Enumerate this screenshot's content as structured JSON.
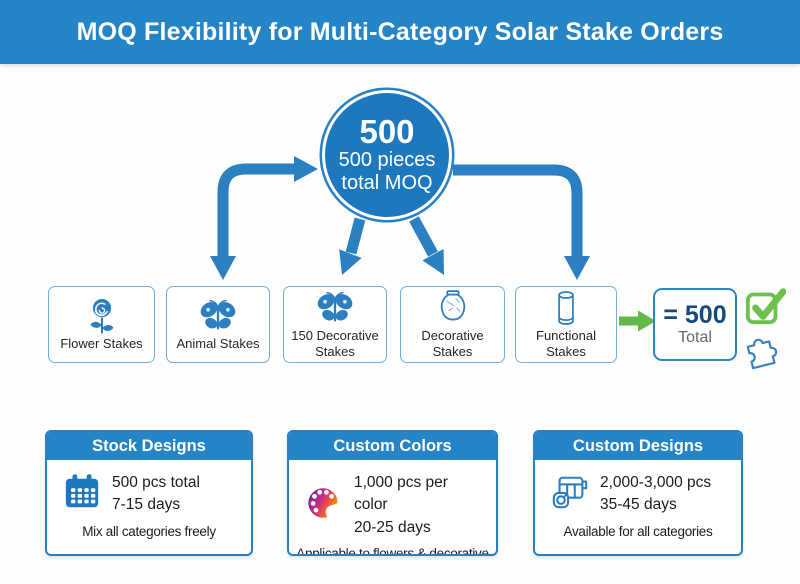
{
  "colors": {
    "primary_blue": "#2584c5",
    "arrow_blue": "#2b80c2",
    "hub_blue": "#1e78be",
    "icon_blue": "#2b7fc0",
    "box_border_blue": "#6fb0dd",
    "navy_text": "#17497c",
    "green": "#62b848",
    "gray_text": "#5f6a72"
  },
  "header": {
    "title": "MOQ Flexibility for Multi-Category Solar Stake Orders"
  },
  "hub": {
    "value": "500",
    "line1": "500 pieces",
    "line2": "total MOQ"
  },
  "categories": [
    {
      "label": "Flower Stakes",
      "icon": "rose-icon"
    },
    {
      "label": "Animal Stakes",
      "icon": "butterfly-icon"
    },
    {
      "label": "150 Decorative Stakes",
      "icon": "butterfly-icon"
    },
    {
      "label": "Decorative Stakes",
      "icon": "jar-icon"
    },
    {
      "label": "Functional Stakes",
      "icon": "cylinder-icon"
    }
  ],
  "total": {
    "value": "= 500",
    "label": "Total",
    "check_icon": "checkmark-icon",
    "puzzle_icon": "puzzle-icon"
  },
  "cards": [
    {
      "title": "Stock Designs",
      "icon": "calendar-icon",
      "line1": "500 pcs total",
      "line2": "7-15 days",
      "note": "Mix all categories freely"
    },
    {
      "title": "Custom Colors",
      "icon": "palette-icon",
      "line1": "1,000 pcs per color",
      "line2": "20-25 days",
      "note": "Applicable to flowers & decorative"
    },
    {
      "title": "Custom Designs",
      "icon": "design-tool-icon",
      "line1": "2,000-3,000 pcs",
      "line2": "35-45 days",
      "note": "Available for all categories"
    }
  ]
}
